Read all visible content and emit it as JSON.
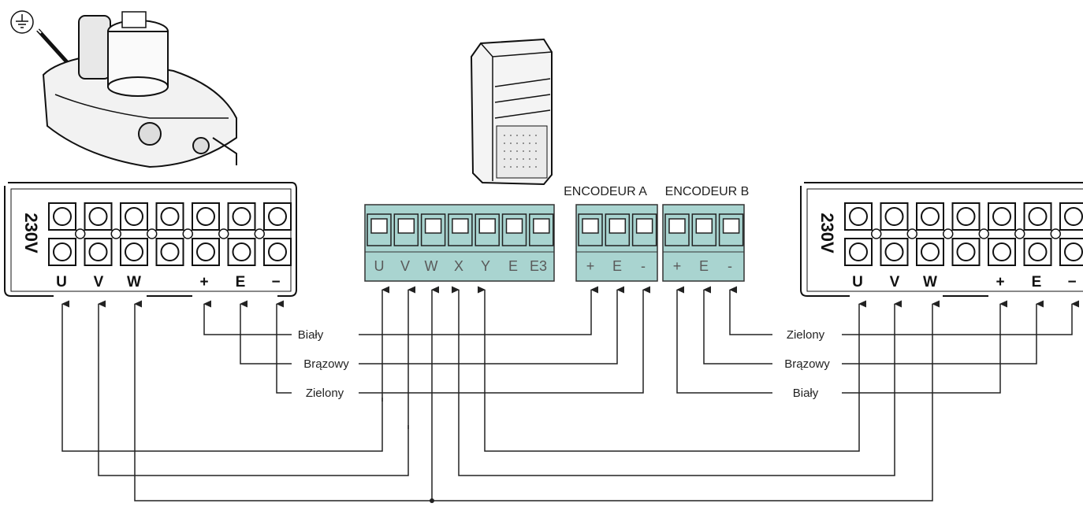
{
  "control_board": {
    "motor_terminals": [
      "U",
      "V",
      "W",
      "X",
      "Y",
      "E",
      "E3"
    ],
    "encoder_a": {
      "title": "ENCODEUR A",
      "terminals": [
        "+",
        "E",
        "-"
      ]
    },
    "encoder_b": {
      "title": "ENCODEUR B",
      "terminals": [
        "+",
        "E",
        "-"
      ]
    }
  },
  "motor_left": {
    "voltage": "230V",
    "terminals": [
      "U",
      "V",
      "W",
      "+",
      "E",
      "−"
    ]
  },
  "motor_right": {
    "voltage": "230V",
    "terminals": [
      "U",
      "V",
      "W",
      "+",
      "E",
      "−"
    ]
  },
  "wire_labels": {
    "left": [
      "Biały",
      "Brązowy",
      "Zielony"
    ],
    "right": [
      "Zielony",
      "Brązowy",
      "Biały"
    ]
  },
  "colors": {
    "terminal_fill": "#a9d4d0",
    "line": "#222222"
  }
}
